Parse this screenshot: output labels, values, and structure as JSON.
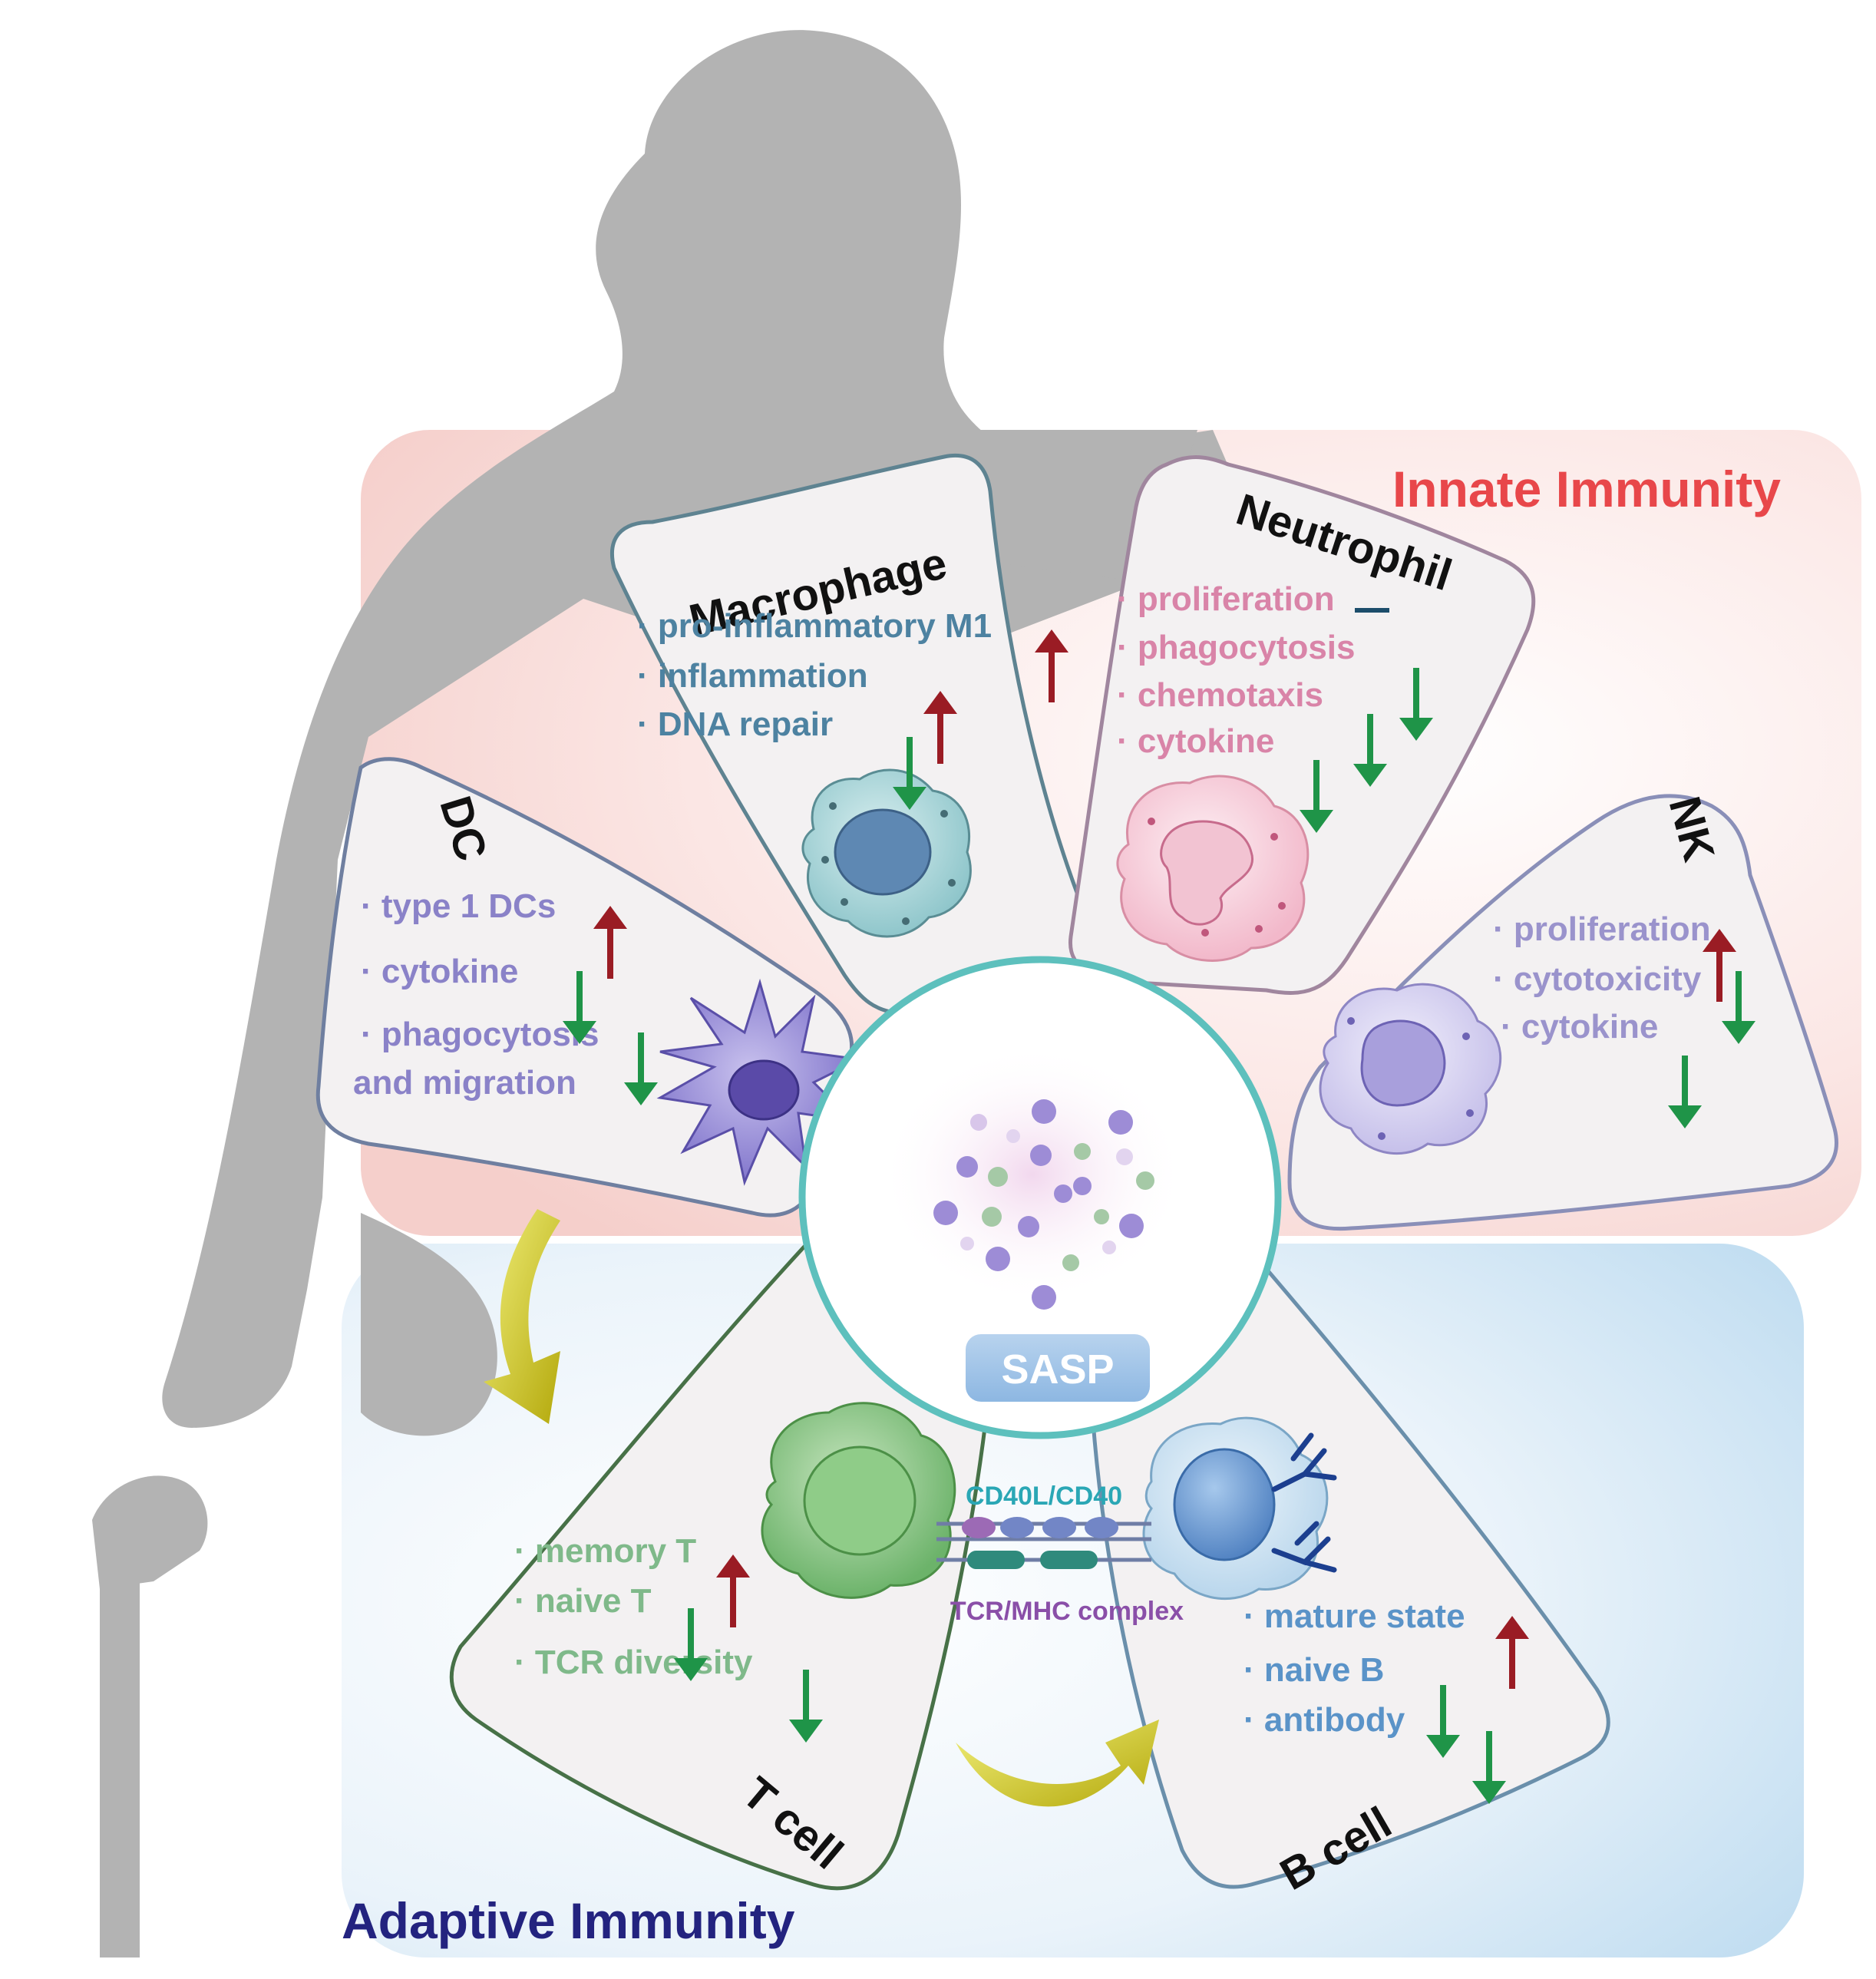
{
  "regions": {
    "innate": {
      "label": "Innate Immunity",
      "color": "#e8474a"
    },
    "adaptive": {
      "label": "Adaptive Immunity",
      "color": "#23237f"
    }
  },
  "center": {
    "label": "SASP"
  },
  "interactions": {
    "costim": {
      "label": "CD40L/CD40",
      "color": "#2aa7b5"
    },
    "tcr": {
      "label": "TCR/MHC complex",
      "color": "#8a4fa8"
    }
  },
  "colors": {
    "up_arrow": "#9a1c24",
    "down_arrow": "#1f9448",
    "no_change": "#1c4d6b"
  },
  "cells": {
    "macrophage": {
      "title": "Macrophage",
      "text_color": "#4d82a1",
      "items": [
        {
          "label": "pro-inflammatory M1",
          "trend": "up"
        },
        {
          "label": "inflammation",
          "trend": "up"
        },
        {
          "label": "DNA repair",
          "trend": "down"
        }
      ]
    },
    "neutrophil": {
      "title": "Neutrophil",
      "text_color": "#d984a8",
      "items": [
        {
          "label": "proliferation",
          "trend": "unchanged"
        },
        {
          "label": "phagocytosis",
          "trend": "down"
        },
        {
          "label": "chemotaxis",
          "trend": "down"
        },
        {
          "label": "cytokine",
          "trend": "down"
        }
      ]
    },
    "dc": {
      "title": "DC",
      "text_color": "#8a82c8",
      "items": [
        {
          "label": "type 1 DCs",
          "trend": "up"
        },
        {
          "label": "cytokine",
          "trend": "down"
        },
        {
          "label": "phagocytosis",
          "trend": "down"
        },
        {
          "label": "and migration",
          "trend": ""
        }
      ]
    },
    "nk": {
      "title": "NK",
      "text_color": "#9a93cc",
      "items": [
        {
          "label": "proliferation",
          "trend": "up"
        },
        {
          "label": "cytotoxicity",
          "trend": "down"
        },
        {
          "label": "cytokine",
          "trend": "down"
        }
      ]
    },
    "tcell": {
      "title": "T cell",
      "text_color": "#7fb98a",
      "items": [
        {
          "label": "memory T",
          "trend": "up"
        },
        {
          "label": "naive T",
          "trend": "down"
        },
        {
          "label": "TCR diversity",
          "trend": "down"
        }
      ]
    },
    "bcell": {
      "title": "B cell",
      "text_color": "#5a93c8",
      "items": [
        {
          "label": "mature state",
          "trend": "up"
        },
        {
          "label": "naive B",
          "trend": "down"
        },
        {
          "label": "antibody",
          "trend": "down"
        }
      ]
    }
  }
}
